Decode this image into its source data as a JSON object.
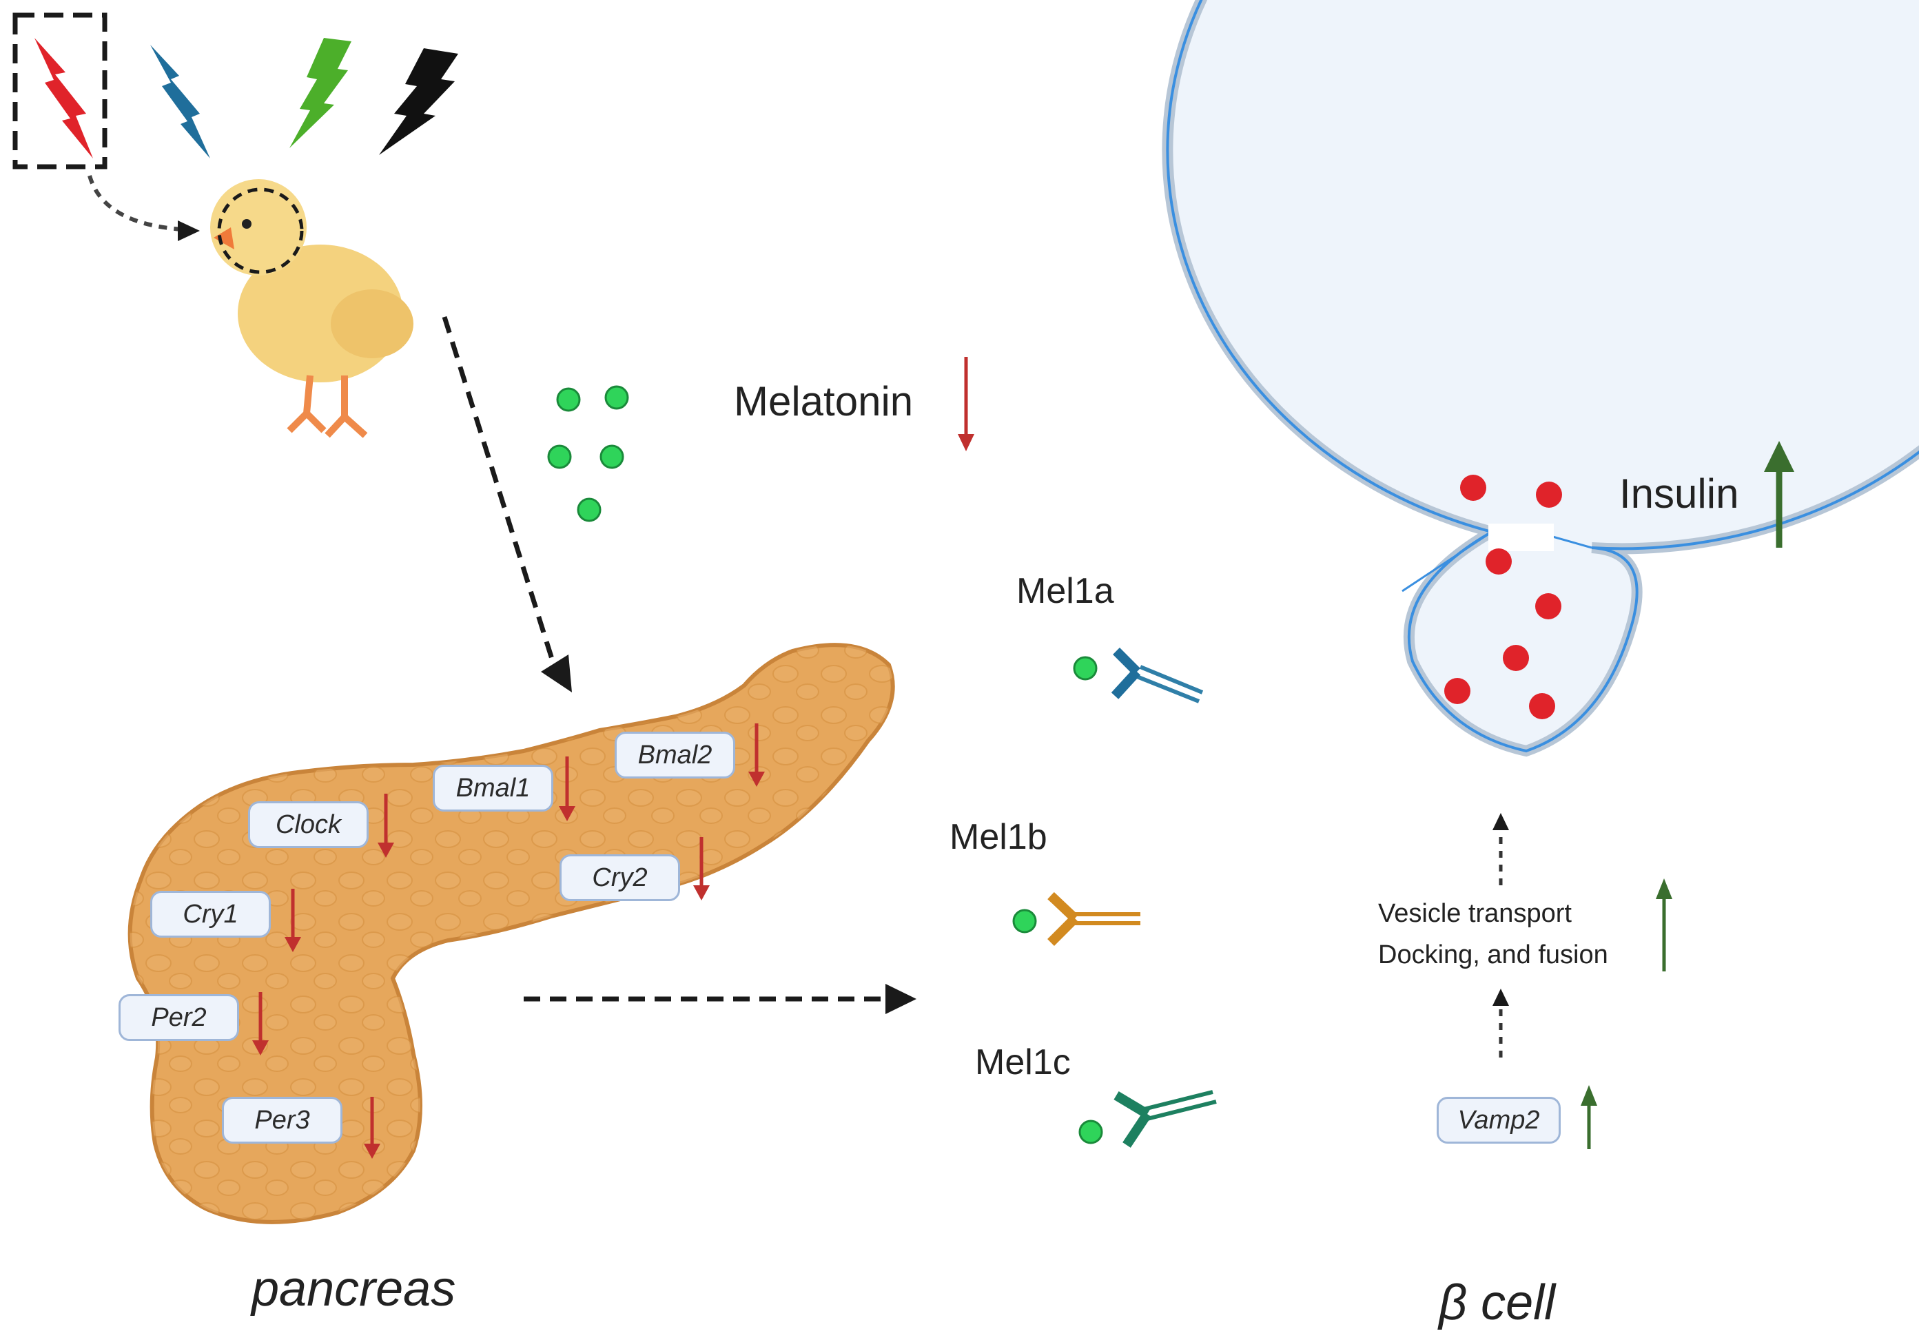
{
  "labels": {
    "melatonin": "Melatonin",
    "insulin": "Insulin",
    "mel1a": "Mel1a",
    "mel1b": "Mel1b",
    "mel1c": "Mel1c",
    "vesicle_line1": "Vesicle transport",
    "vesicle_line2": "Docking, and fusion",
    "pancreas": "pancreas",
    "beta_cell": "β cell"
  },
  "genes": {
    "bmal1": "Bmal1",
    "bmal2": "Bmal2",
    "clock": "Clock",
    "cry1": "Cry1",
    "cry2": "Cry2",
    "per2": "Per2",
    "per3": "Per3",
    "vamp2": "Vamp2"
  },
  "light_bolts": [
    "red-bolt-icon",
    "blue-bolt-icon",
    "green-bolt-icon",
    "black-bolt-icon"
  ],
  "colors": {
    "down_arrow": "#c0302e",
    "up_arrow": "#3a6e2e",
    "melatonin_dot": "#2fd45a",
    "insulin_dot": "#e0232a",
    "cell_fill": "#eef4fb",
    "cell_border": "#3a8fe0",
    "pancreas": "#e6a75c"
  }
}
